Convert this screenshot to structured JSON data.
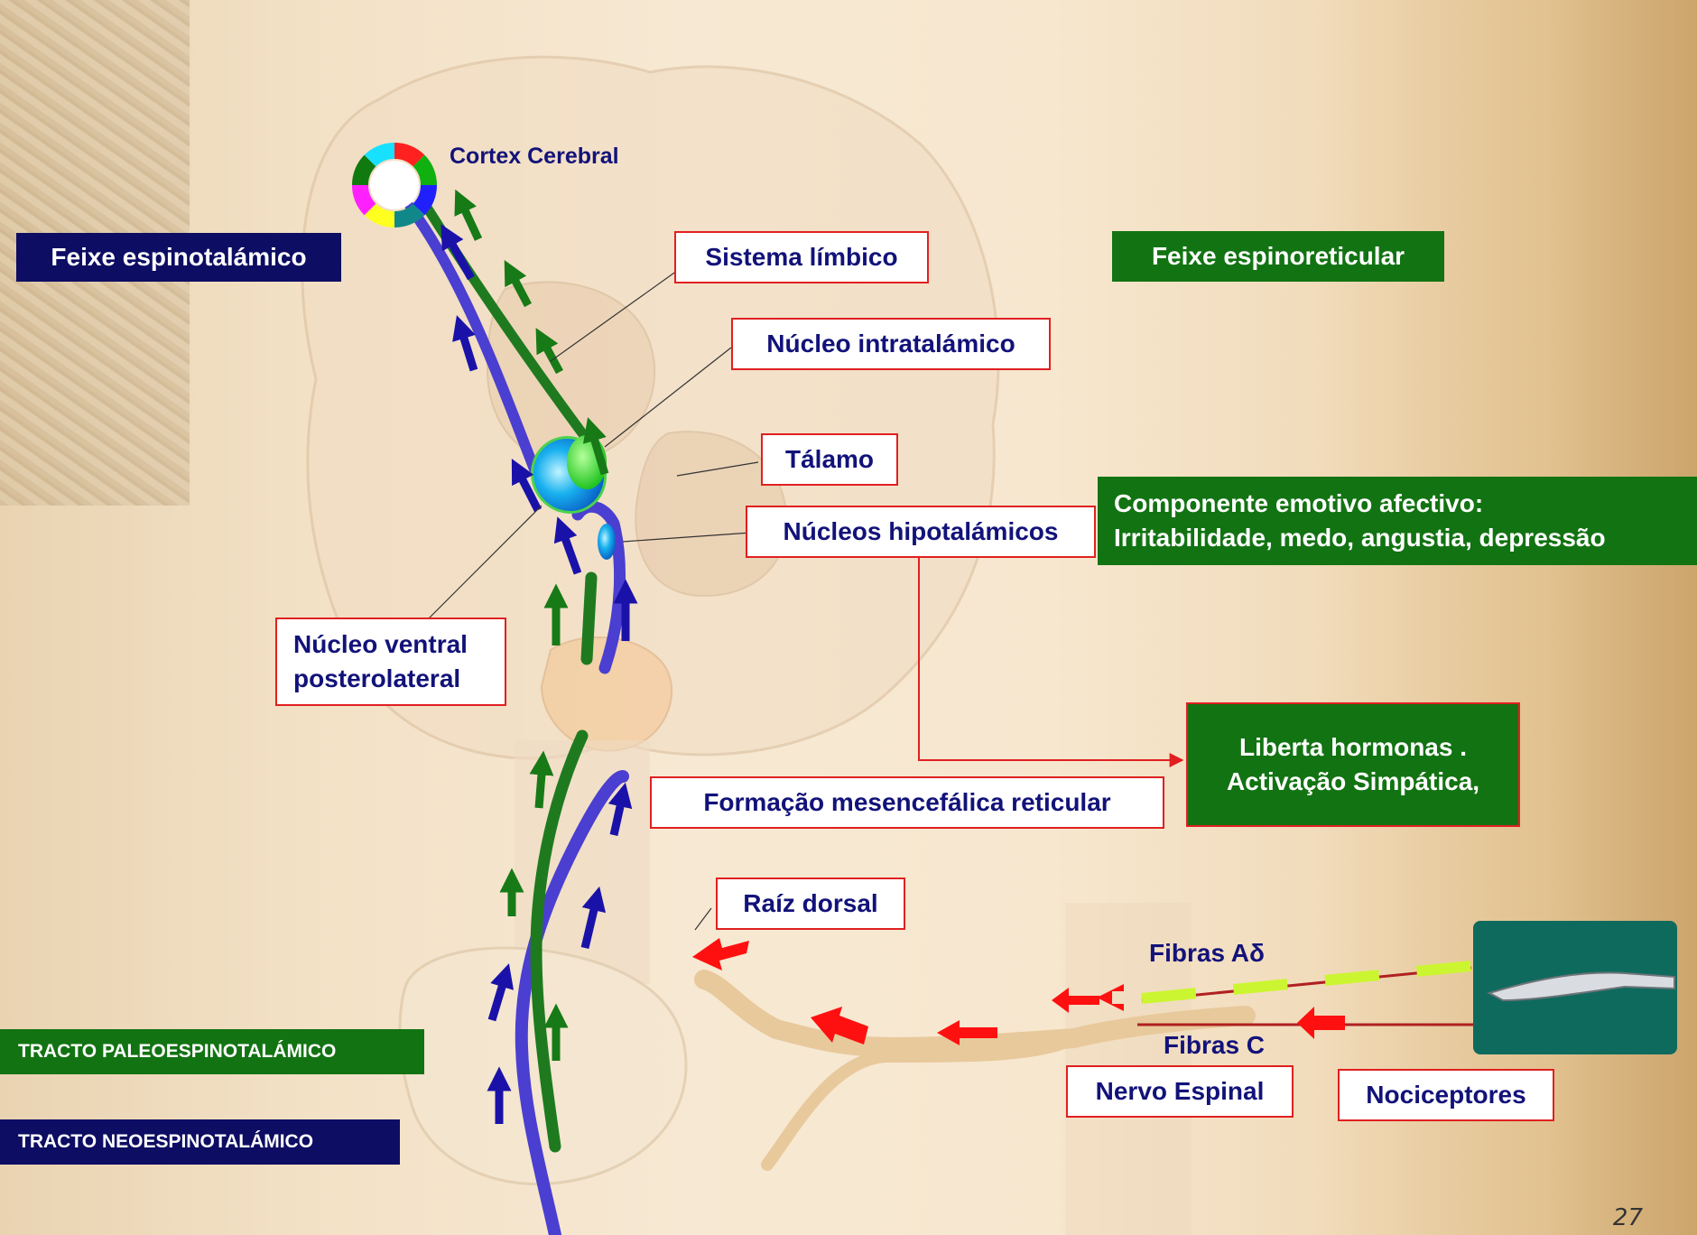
{
  "labels": {
    "cortex": "Cortex Cerebral",
    "feixe_espinotalamico": "Feixe espinotalámico",
    "sistema_limbico": "Sistema límbico",
    "feixe_espinoreticular": "Feixe espinoreticular",
    "nucleo_intratalamico": "Núcleo intratalámico",
    "talamo": "Tálamo",
    "componente_line1": "Componente emotivo afectivo:",
    "componente_line2": "Irritabilidade, medo, angustia, depressão",
    "nucleos_hipotalamicos": "Núcleos hipotalámicos",
    "nucleo_ventral_line1": "Núcleo ventral",
    "nucleo_ventral_line2": "posterolateral",
    "liberta_line1": "Liberta hormonas .",
    "liberta_line2": "Activação Simpática,",
    "formacao": "Formação mesencefálica  reticular",
    "raiz_dorsal": "Raíz dorsal",
    "fibras_ad": "Fibras Aδ",
    "fibras_c": "Fibras C",
    "tracto_paleo": "TRACTO PALEOESPINOTALÁMICO",
    "tracto_neo": "TRACTO NEOESPINOTALÁMICO",
    "nervo_espinal": "Nervo Espinal",
    "nociceptores": "Nociceptores"
  },
  "slide_number": "27",
  "colors": {
    "neo_path": "#4a3fd0",
    "paleo_path": "#1f7a1f",
    "arrow_red": "#ff1010",
    "navy": "#0d0d63",
    "green_box": "#127312",
    "label_border": "#e02020"
  }
}
